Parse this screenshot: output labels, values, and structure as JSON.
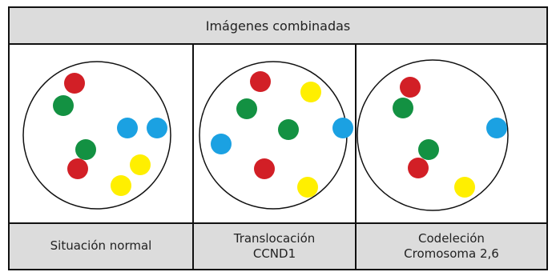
{
  "header": {
    "title": "Imágenes combinadas"
  },
  "colors": {
    "red": "#d21f26",
    "green": "#139142",
    "blue": "#1ba1e2",
    "yellow": "#ffef00",
    "header_bg": "#dcdcdc"
  },
  "panels": [
    {
      "label": "Situación normal",
      "dots": [
        {
          "color": "red"
        },
        {
          "color": "green"
        },
        {
          "color": "blue"
        },
        {
          "color": "blue"
        },
        {
          "color": "green"
        },
        {
          "color": "red"
        },
        {
          "color": "yellow"
        },
        {
          "color": "yellow"
        }
      ]
    },
    {
      "label": "Translocación\nCCND1",
      "dots": [
        {
          "color": "red"
        },
        {
          "color": "yellow"
        },
        {
          "color": "green"
        },
        {
          "color": "green"
        },
        {
          "color": "blue"
        },
        {
          "color": "blue"
        },
        {
          "color": "red"
        },
        {
          "color": "yellow"
        }
      ]
    },
    {
      "label": "Codeleción\nCromosoma 2,6",
      "dots": [
        {
          "color": "red"
        },
        {
          "color": "green"
        },
        {
          "color": "blue"
        },
        {
          "color": "green"
        },
        {
          "color": "red"
        },
        {
          "color": "yellow"
        }
      ]
    }
  ]
}
